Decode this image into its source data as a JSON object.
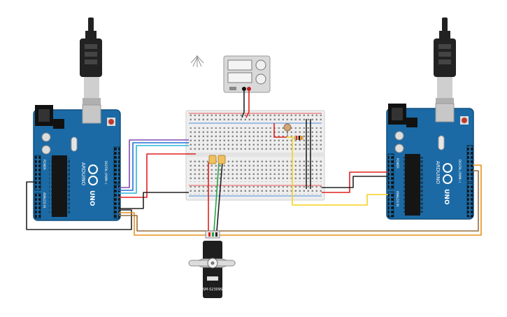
{
  "canvas": {
    "background": "#ffffff"
  },
  "colors": {
    "arduino_board": "#1b6aa5",
    "arduino_edge": "#13507e",
    "breadboard": "#eeeeee",
    "power_supply": "#d9d9d9",
    "wire_red": "#e0201f",
    "wire_black": "#222222",
    "wire_blue": "#1f6fd6",
    "wire_cyan": "#2bb5d8",
    "wire_purple": "#7d4bb0",
    "wire_yellow": "#f4d11e",
    "wire_orange": "#e8911b",
    "wire_brown": "#9a6b3c",
    "wire_green": "#2aa34a",
    "usb_cable": "#222222"
  },
  "arduino_left": {
    "brand": "ARDUINO",
    "model": "UNO",
    "header_analog": "ANALOG IN",
    "header_digital": "DIGITAL (PWM~)",
    "header_power": "POWER"
  },
  "arduino_right": {
    "brand": "ARDUINO",
    "model": "UNO",
    "header_analog": "ANALOG IN",
    "header_digital": "DIGITAL (PWM~)",
    "header_power": "POWER"
  },
  "servo": {
    "model": "SM-S2309S"
  },
  "icons": {
    "usb": "usb-plug-icon",
    "antenna": "antenna-icon",
    "reset": "reset-button-icon"
  }
}
